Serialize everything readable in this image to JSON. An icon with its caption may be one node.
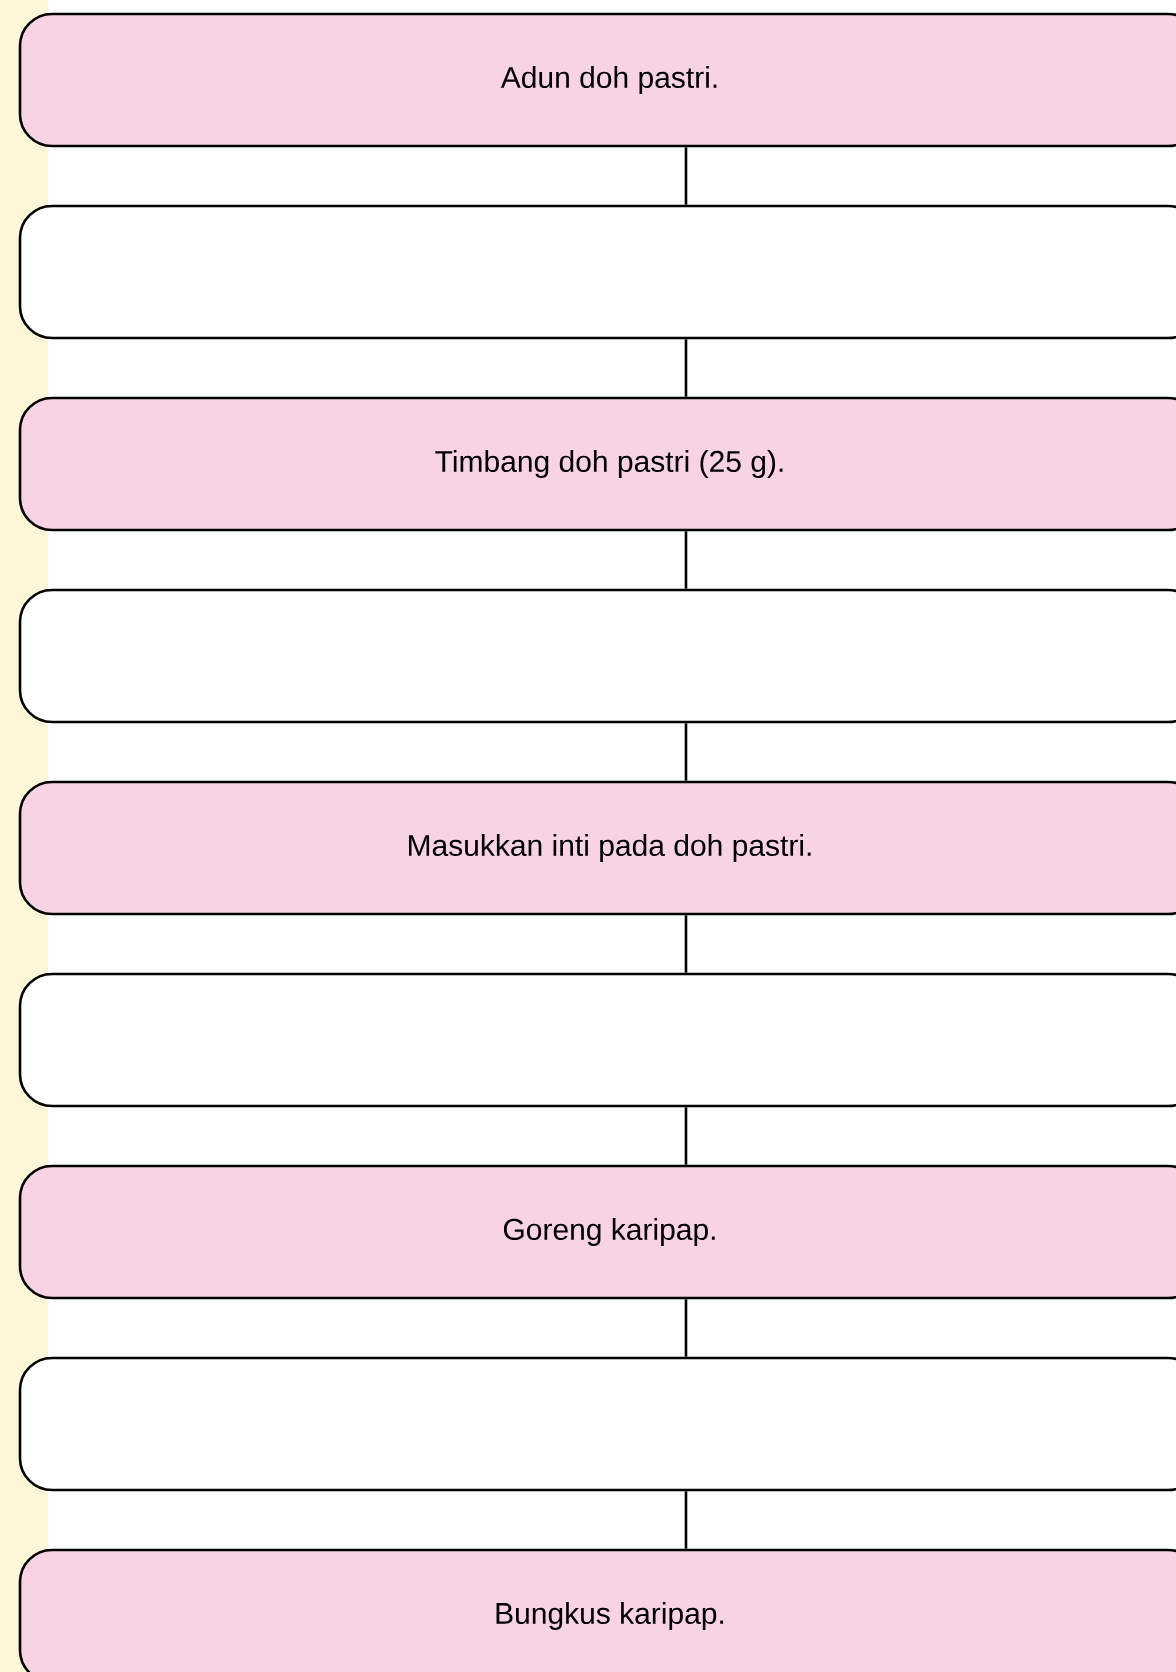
{
  "diagram": {
    "nodes": [
      {
        "text": [
          "Adun doh pastri."
        ]
      },
      {
        "text": [],
        "shape": "box"
      },
      {
        "text": [
          "Timbang doh pastri (25 g)."
        ]
      },
      {
        "text": [],
        "shape": "box"
      },
      {
        "text": [
          "Masukkan inti pada doh pastri."
        ]
      },
      {
        "text": [],
        "shape": "box"
      },
      {
        "text": [
          "Goreng karipap."
        ]
      },
      {
        "text": [],
        "shape": "box"
      },
      {
        "text": [
          "Bungkus karipap."
        ]
      }
    ],
    "edges": [
      {
        "from": 0,
        "to": 1,
        "arrow": "none"
      },
      {
        "from": 1,
        "to": 2,
        "arrow": "none"
      },
      {
        "from": 2,
        "to": 3,
        "arrow": "none"
      },
      {
        "from": 3,
        "to": 4,
        "arrow": "none"
      },
      {
        "from": 4,
        "to": 5,
        "arrow": "none"
      },
      {
        "from": 5,
        "to": 6,
        "arrow": "none"
      },
      {
        "from": 6,
        "to": 7,
        "arrow": "none"
      },
      {
        "from": 7,
        "to": 8,
        "arrow": "none"
      }
    ]
  }
}
